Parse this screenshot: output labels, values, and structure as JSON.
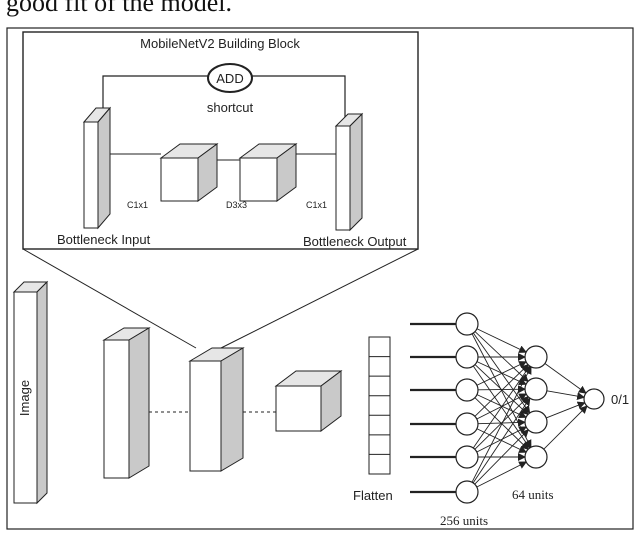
{
  "caption": "good fit of the model.",
  "block": {
    "title": "MobileNetV2 Building Block",
    "add_label": "ADD",
    "shortcut_label": "shortcut",
    "bottleneck_input": "Bottleneck Input",
    "bottleneck_output": "Bottleneck Output",
    "conv1": "C1x1",
    "depthwise": "D3x3",
    "conv2": "C1x1"
  },
  "pipeline": {
    "image_label": "Image",
    "flatten_label": "Flatten"
  },
  "network": {
    "layer1_units": "256 units",
    "layer2_units": "64 units",
    "output_label": "0/1"
  },
  "colors": {
    "stroke": "#222222",
    "box_face": "#ffffff",
    "box_top": "#e6e6e6",
    "box_side": "#c9c9c9"
  }
}
